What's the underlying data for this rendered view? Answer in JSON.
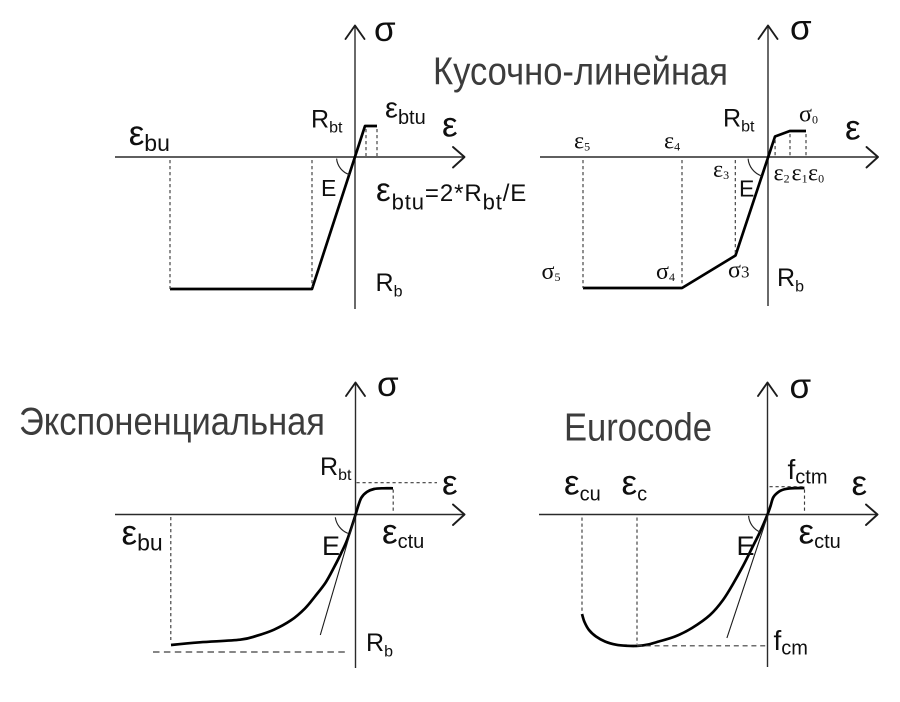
{
  "colors": {
    "background": "#ffffff",
    "ink": "#000000",
    "title_text": "#3c3c3c"
  },
  "titles": {
    "top": "Кусочно-линейная",
    "bottom_left": "Экспоненциальная",
    "bottom_right": "Eurocode"
  },
  "panels": {
    "top_left": {
      "labels": {
        "sigma_axis": [
          {
            "t": "σ",
            "cls": "greek"
          }
        ],
        "eps_axis": [
          {
            "t": "ε",
            "cls": "greek"
          }
        ],
        "eps_bu": [
          {
            "t": "ε",
            "cls": "greek"
          },
          {
            "t": "bu",
            "cls": "sub"
          }
        ],
        "r_bt": [
          {
            "t": "R"
          },
          {
            "t": "bt",
            "cls": "sub"
          }
        ],
        "eps_btu": [
          {
            "t": "ε",
            "cls": "greek"
          },
          {
            "t": "btu",
            "cls": "sub"
          }
        ],
        "e_modulus": [
          {
            "t": "E"
          }
        ],
        "r_b": [
          {
            "t": "R"
          },
          {
            "t": "b",
            "cls": "sub"
          }
        ],
        "formula": [
          {
            "t": "ε",
            "cls": "greek"
          },
          {
            "t": "btu",
            "cls": "sub"
          },
          {
            "t": "=2*R"
          },
          {
            "t": "bt",
            "cls": "sub"
          },
          {
            "t": "/E"
          }
        ]
      }
    },
    "top_right": {
      "labels": {
        "sigma_axis": [
          {
            "t": "σ",
            "cls": "greek"
          }
        ],
        "eps_axis": [
          {
            "t": "ε",
            "cls": "greek"
          }
        ],
        "r_bt": [
          {
            "t": "R"
          },
          {
            "t": "bt",
            "cls": "sub"
          }
        ],
        "r_b": [
          {
            "t": "R"
          },
          {
            "t": "b",
            "cls": "sub"
          }
        ],
        "e_modulus": [
          {
            "t": "E"
          }
        ],
        "eps_5": [
          {
            "t": "ε"
          },
          {
            "t": "5",
            "cls": "sub"
          }
        ],
        "eps_4": [
          {
            "t": "ε"
          },
          {
            "t": "4",
            "cls": "sub"
          }
        ],
        "eps_3": [
          {
            "t": "ε"
          },
          {
            "t": "3",
            "cls": "sub"
          }
        ],
        "eps_2": [
          {
            "t": "ε"
          },
          {
            "t": "2",
            "cls": "sub"
          }
        ],
        "eps_1": [
          {
            "t": "ε"
          },
          {
            "t": "1",
            "cls": "sub"
          }
        ],
        "eps_0": [
          {
            "t": "ε"
          },
          {
            "t": "0",
            "cls": "sub"
          }
        ],
        "sigma_5": [
          {
            "t": "σ"
          },
          {
            "t": "5",
            "cls": "sub"
          }
        ],
        "sigma_4": [
          {
            "t": "σ"
          },
          {
            "t": "4",
            "cls": "sub"
          }
        ],
        "sigma_3": [
          {
            "t": "σ"
          },
          {
            "t": "3",
            "cls": "num"
          }
        ],
        "sigma_0": [
          {
            "t": "σ"
          },
          {
            "t": "0",
            "cls": "sub"
          }
        ]
      }
    },
    "bottom_left": {
      "labels": {
        "sigma_axis": [
          {
            "t": "σ",
            "cls": "greek"
          }
        ],
        "eps_axis": [
          {
            "t": "ε",
            "cls": "greek"
          }
        ],
        "r_bt": [
          {
            "t": "R"
          },
          {
            "t": "bt",
            "cls": "sub"
          }
        ],
        "eps_bu": [
          {
            "t": "ε",
            "cls": "greek"
          },
          {
            "t": "bu",
            "cls": "sub"
          }
        ],
        "e_modulus": [
          {
            "t": "E"
          }
        ],
        "eps_ctu": [
          {
            "t": "ε",
            "cls": "greek"
          },
          {
            "t": "ctu",
            "cls": "sub"
          }
        ],
        "r_b": [
          {
            "t": "R"
          },
          {
            "t": "b",
            "cls": "sub"
          }
        ]
      }
    },
    "bottom_right": {
      "labels": {
        "sigma_axis": [
          {
            "t": "σ",
            "cls": "greek"
          }
        ],
        "eps_axis": [
          {
            "t": "ε",
            "cls": "greek"
          }
        ],
        "f_ctm": [
          {
            "t": "f"
          },
          {
            "t": "ctm",
            "cls": "sub"
          }
        ],
        "eps_cu": [
          {
            "t": "ε",
            "cls": "greek"
          },
          {
            "t": "cu",
            "cls": "sub"
          }
        ],
        "eps_c": [
          {
            "t": "ε",
            "cls": "greek"
          },
          {
            "t": "c",
            "cls": "sub"
          }
        ],
        "eps_ctu": [
          {
            "t": "ε",
            "cls": "greek"
          },
          {
            "t": "ctu",
            "cls": "sub"
          }
        ],
        "e_modulus": [
          {
            "t": "E"
          }
        ],
        "f_cm": [
          {
            "t": "f"
          },
          {
            "t": "cm",
            "cls": "sub"
          }
        ]
      }
    }
  }
}
